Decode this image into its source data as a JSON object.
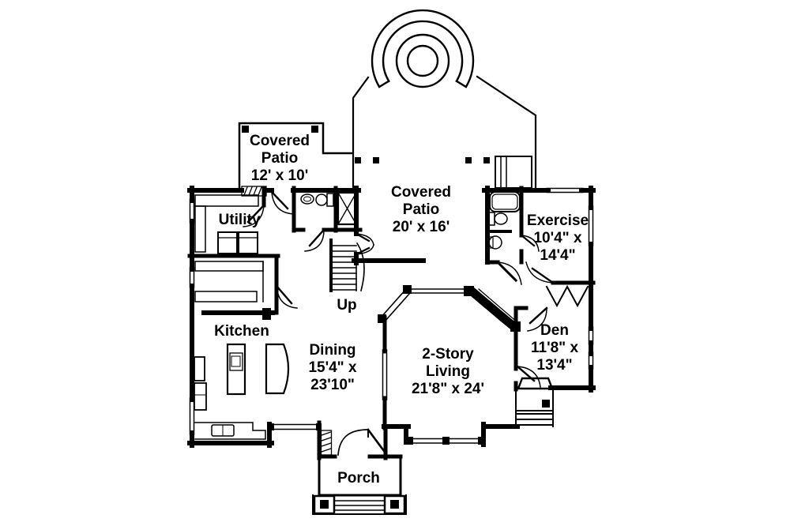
{
  "colors": {
    "background": "#ffffff",
    "line": "#000000"
  },
  "rooms": [
    {
      "id": "covered-patio-left",
      "lines": [
        "Covered",
        "Patio",
        "12' x 10'"
      ]
    },
    {
      "id": "covered-patio-center",
      "lines": [
        "Covered",
        "Patio",
        "20' x 16'"
      ]
    },
    {
      "id": "utility",
      "lines": [
        "Utility"
      ]
    },
    {
      "id": "exercise",
      "lines": [
        "Exercise",
        "10'4\" x",
        "14'4\""
      ]
    },
    {
      "id": "stairs",
      "lines": [
        "Up"
      ]
    },
    {
      "id": "kitchen",
      "lines": [
        "Kitchen"
      ]
    },
    {
      "id": "dining",
      "lines": [
        "Dining",
        "15'4\" x",
        "23'10\""
      ]
    },
    {
      "id": "living",
      "lines": [
        "2-Story",
        "Living",
        "21'8\" x 24'"
      ]
    },
    {
      "id": "den",
      "lines": [
        "Den",
        "11'8\" x",
        "13'4\""
      ]
    },
    {
      "id": "porch",
      "lines": [
        "Porch"
      ]
    }
  ]
}
